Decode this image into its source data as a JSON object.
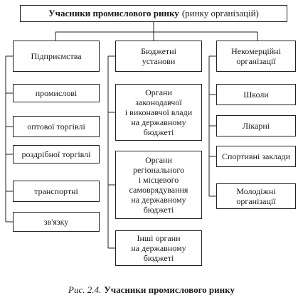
{
  "top": {
    "bold": "Учасники промислового ринку",
    "normal": "(ринку організацій)"
  },
  "columns": [
    {
      "header": "Підприємства",
      "items": [
        "промислові",
        "оптової торгівлі",
        "роздрібної торгівлі",
        "транспортні",
        "зв'язку"
      ]
    },
    {
      "header": "Бюджетні\nустанови",
      "items": [
        "Органи\nзаконодавчої\nі виконавчої влади\nна державному\nбюджеті",
        "Органи\nрегіонального\nі місцевого\nсамоврядування\nна державному\nбюджеті",
        "Інші органи\nна державному\nбюджеті"
      ]
    },
    {
      "header": "Некомерційні\nорганізації",
      "items": [
        "Школи",
        "Лікарні",
        "Спортивні заклади",
        "Молодіжні\nорганізації"
      ]
    }
  ],
  "caption": {
    "figure": "Рис. 2.4.",
    "title": "Учасники промислового ринку"
  }
}
